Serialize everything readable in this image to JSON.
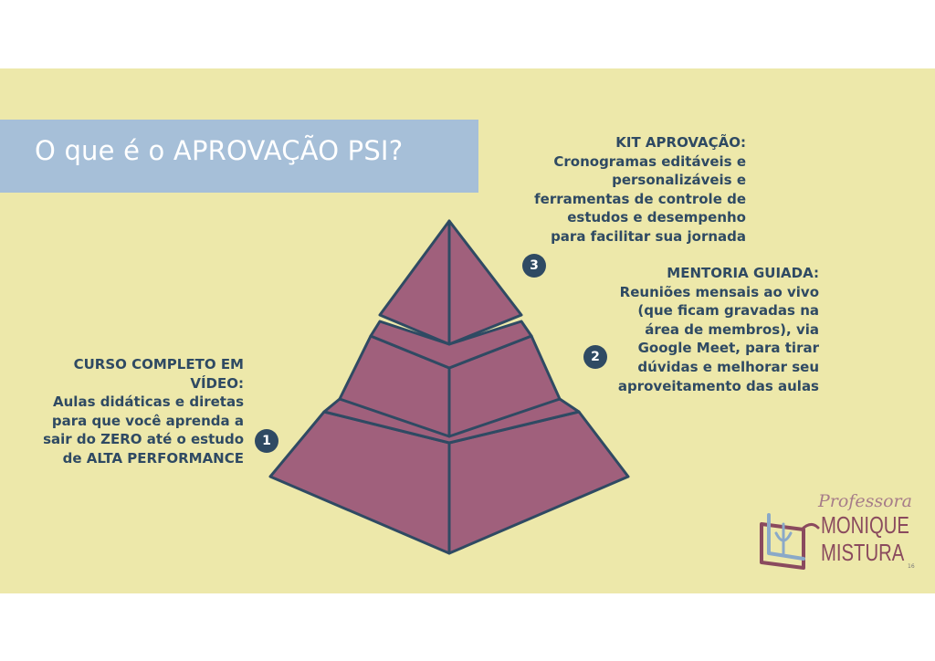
{
  "title": "O que é o APROVAÇÃO PSI?",
  "levels": [
    {
      "number": "1",
      "lines": [
        "CURSO COMPLETO EM",
        "VÍDEO:",
        "Aulas didáticas e diretas",
        "para que você aprenda a",
        "sair do ZERO até o estudo",
        "de ALTA PERFORMANCE"
      ]
    },
    {
      "number": "2",
      "lines": [
        "MENTORIA GUIADA:",
        "Reuniões mensais ao vivo",
        "(que ficam gravadas na",
        "área de membros), via",
        "Google Meet, para tirar",
        "dúvidas e melhorar seu",
        "aproveitamento das aulas"
      ]
    },
    {
      "number": "3",
      "lines": [
        "KIT APROVAÇÃO:",
        "Cronogramas editáveis e",
        "personalizáveis e",
        "ferramentas de controle de",
        "estudos e desempenho",
        "para facilitar sua jornada"
      ]
    }
  ],
  "logo": {
    "script": "Professora",
    "name_line1": "MONIQUE",
    "name_line2": "MISTURA"
  },
  "page_number": "16",
  "colors": {
    "background": "#ede8aa",
    "title_band": "#a6bfd8",
    "pyramid_fill": "#a0607c",
    "outline": "#2f4a63",
    "logo": "#8a4a5e"
  }
}
